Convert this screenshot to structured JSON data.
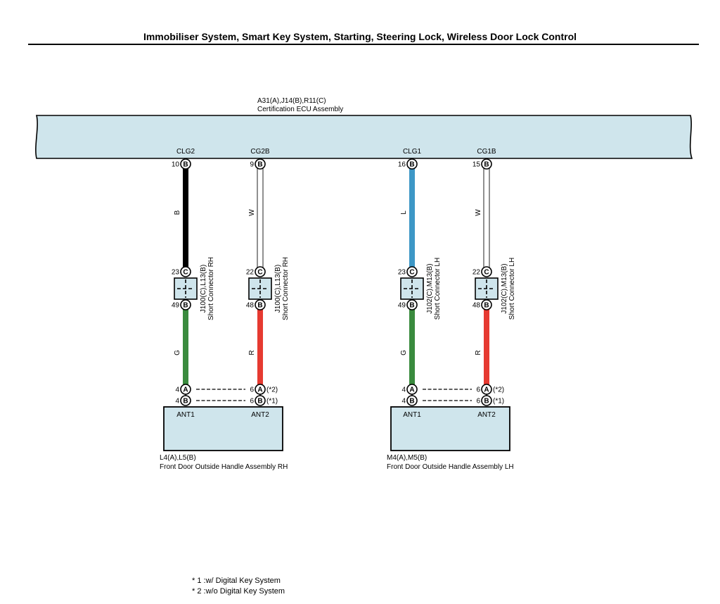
{
  "page": {
    "title": "Immobiliser System, Smart Key System, Starting, Steering Lock, Wireless Door Lock Control"
  },
  "ecu": {
    "code": "A31(A),J14(B),R11(C)",
    "name": "Certification ECU Assembly",
    "fill": "#cfe5ec",
    "pins": [
      {
        "signal": "CLG2",
        "num": "10",
        "conn": "B"
      },
      {
        "signal": "CG2B",
        "num": "9",
        "conn": "B"
      },
      {
        "signal": "CLG1",
        "num": "16",
        "conn": "B"
      },
      {
        "signal": "CG1B",
        "num": "15",
        "conn": "B"
      }
    ]
  },
  "upper_wires": [
    {
      "code": "B",
      "color": "#000000"
    },
    {
      "code": "W",
      "color": "#ffffff"
    },
    {
      "code": "L",
      "color": "#3d97c6"
    },
    {
      "code": "W",
      "color": "#ffffff"
    }
  ],
  "short_connectors": [
    {
      "code": "J100(C),L13(B)",
      "name": "Short Connector RH",
      "top_pin": "23",
      "top_conn": "C",
      "bottom_pin": "49",
      "bottom_conn": "B"
    },
    {
      "code": "J100(C),L13(B)",
      "name": "Short Connector RH",
      "top_pin": "22",
      "top_conn": "C",
      "bottom_pin": "48",
      "bottom_conn": "B"
    },
    {
      "code": "J102(C),M13(B)",
      "name": "Short Connector LH",
      "top_pin": "23",
      "top_conn": "C",
      "bottom_pin": "49",
      "bottom_conn": "B"
    },
    {
      "code": "J102(C),M13(B)",
      "name": "Short Connector LH",
      "top_pin": "22",
      "top_conn": "C",
      "bottom_pin": "48",
      "bottom_conn": "B"
    }
  ],
  "lower_wires": [
    {
      "code": "G",
      "color": "#3a8b3e"
    },
    {
      "code": "R",
      "color": "#e63a31"
    },
    {
      "code": "G",
      "color": "#3a8b3e"
    },
    {
      "code": "R",
      "color": "#e63a31"
    }
  ],
  "handles": [
    {
      "code": "L4(A),L5(B)",
      "name": "Front Door Outside Handle Assembly RH",
      "labels": [
        "ANT1",
        "ANT2"
      ],
      "pins_left": [
        {
          "num": "4",
          "conn": "A"
        },
        {
          "num": "4",
          "conn": "B"
        }
      ],
      "pins_right": [
        {
          "num": "6",
          "conn": "A",
          "note": "(*2)"
        },
        {
          "num": "6",
          "conn": "B",
          "note": "(*1)"
        }
      ]
    },
    {
      "code": "M4(A),M5(B)",
      "name": "Front Door Outside Handle Assembly LH",
      "labels": [
        "ANT1",
        "ANT2"
      ],
      "pins_left": [
        {
          "num": "4",
          "conn": "A"
        },
        {
          "num": "4",
          "conn": "B"
        }
      ],
      "pins_right": [
        {
          "num": "6",
          "conn": "A",
          "note": "(*2)"
        },
        {
          "num": "6",
          "conn": "B",
          "note": "(*1)"
        }
      ]
    }
  ],
  "footnotes": [
    "* 1 :w/ Digital Key System",
    "* 2 :w/o Digital Key System"
  ]
}
